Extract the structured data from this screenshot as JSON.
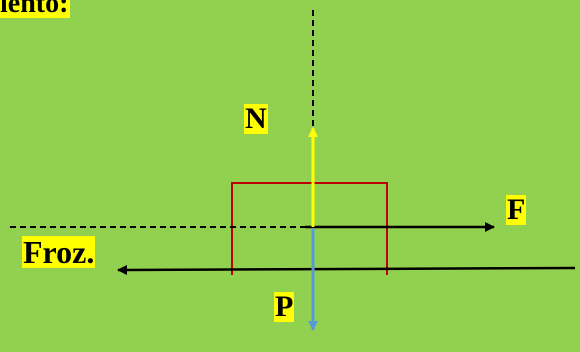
{
  "heading": {
    "fragment": "iento:"
  },
  "labels": {
    "normal": "N",
    "applied_force": "F",
    "friction": "Froz.",
    "weight": "P"
  },
  "colors": {
    "background": "#92d050",
    "label_highlight": "#ffff00",
    "block_outline": "#c00000",
    "normal_arrow": "#ffff00",
    "weight_arrow": "#5b9bd5",
    "force_arrows": "#000000"
  }
}
